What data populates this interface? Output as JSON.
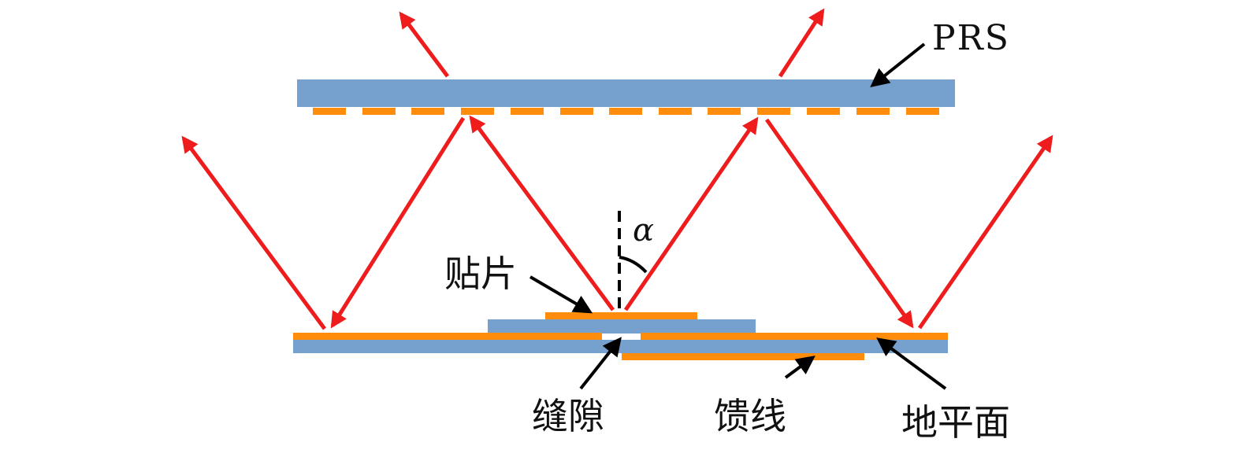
{
  "labels": {
    "prs": "PRS",
    "patch": "贴片",
    "gap": "缝隙",
    "feed": "馈线",
    "ground": "地平面",
    "angle": "α"
  },
  "colors": {
    "substrate": "#76A0CE",
    "metal": "#FF8C0A",
    "ray": "#EE1C1C",
    "pointer": "#000000"
  }
}
